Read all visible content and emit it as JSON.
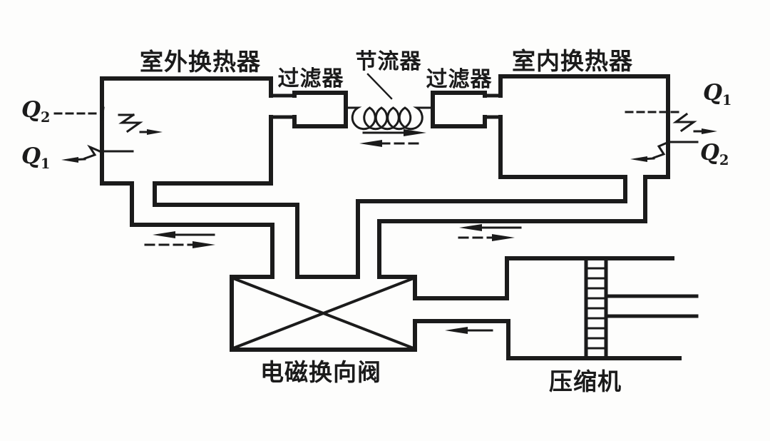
{
  "diagram": {
    "type": "heat-pump refrigeration cycle schematic",
    "components": {
      "outdoor_hx": {
        "label": "室外换热器"
      },
      "filter_left": {
        "label": "过滤器"
      },
      "throttle": {
        "label": "节流器"
      },
      "filter_right": {
        "label": "过滤器"
      },
      "indoor_hx": {
        "label": "室内换热器"
      },
      "reversing_valve": {
        "label": "电磁换向阀"
      },
      "compressor": {
        "label": "压缩机"
      }
    },
    "heat_labels": {
      "q2_left": {
        "base": "Q",
        "sub": "2"
      },
      "q1_left": {
        "base": "Q",
        "sub": "1"
      },
      "q1_right": {
        "base": "Q",
        "sub": "1"
      },
      "q2_right": {
        "base": "Q",
        "sub": "2"
      }
    },
    "flow_arrows": [
      {
        "location": "throttle-line",
        "style": "solid",
        "direction": "right"
      },
      {
        "location": "throttle-line",
        "style": "dashed",
        "direction": "left"
      },
      {
        "location": "outdoor-valve-pipe",
        "style": "solid",
        "direction": "left"
      },
      {
        "location": "outdoor-valve-pipe",
        "style": "dashed",
        "direction": "right"
      },
      {
        "location": "indoor-valve-pipe",
        "style": "solid",
        "direction": "left"
      },
      {
        "location": "indoor-valve-pipe",
        "style": "dashed",
        "direction": "right"
      },
      {
        "location": "valve-compressor-pipe",
        "style": "solid",
        "direction": "left"
      }
    ],
    "colors": {
      "ink": "#1b1b1b",
      "paper": "#fdfdfc"
    }
  }
}
